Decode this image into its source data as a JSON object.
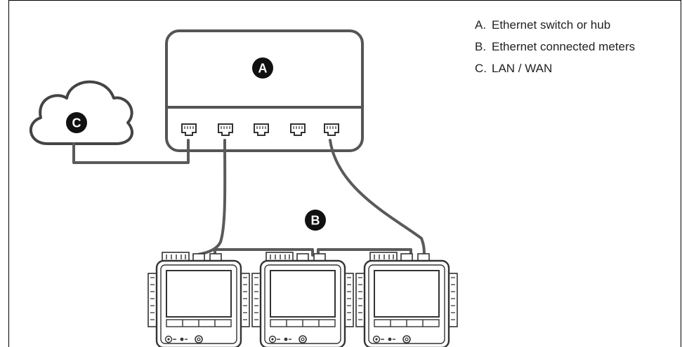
{
  "legend": [
    {
      "key": "A.",
      "text": "Ethernet switch or hub"
    },
    {
      "key": "B.",
      "text": "Ethernet connected meters"
    },
    {
      "key": "C.",
      "text": "LAN / WAN"
    }
  ],
  "badges": {
    "switch": "A",
    "meters": "B",
    "cloud": "C"
  },
  "icons": {
    "switch": "ethernet-switch-icon",
    "port": "rj45-port-icon",
    "cloud": "cloud-icon",
    "meter": "power-meter-icon"
  }
}
